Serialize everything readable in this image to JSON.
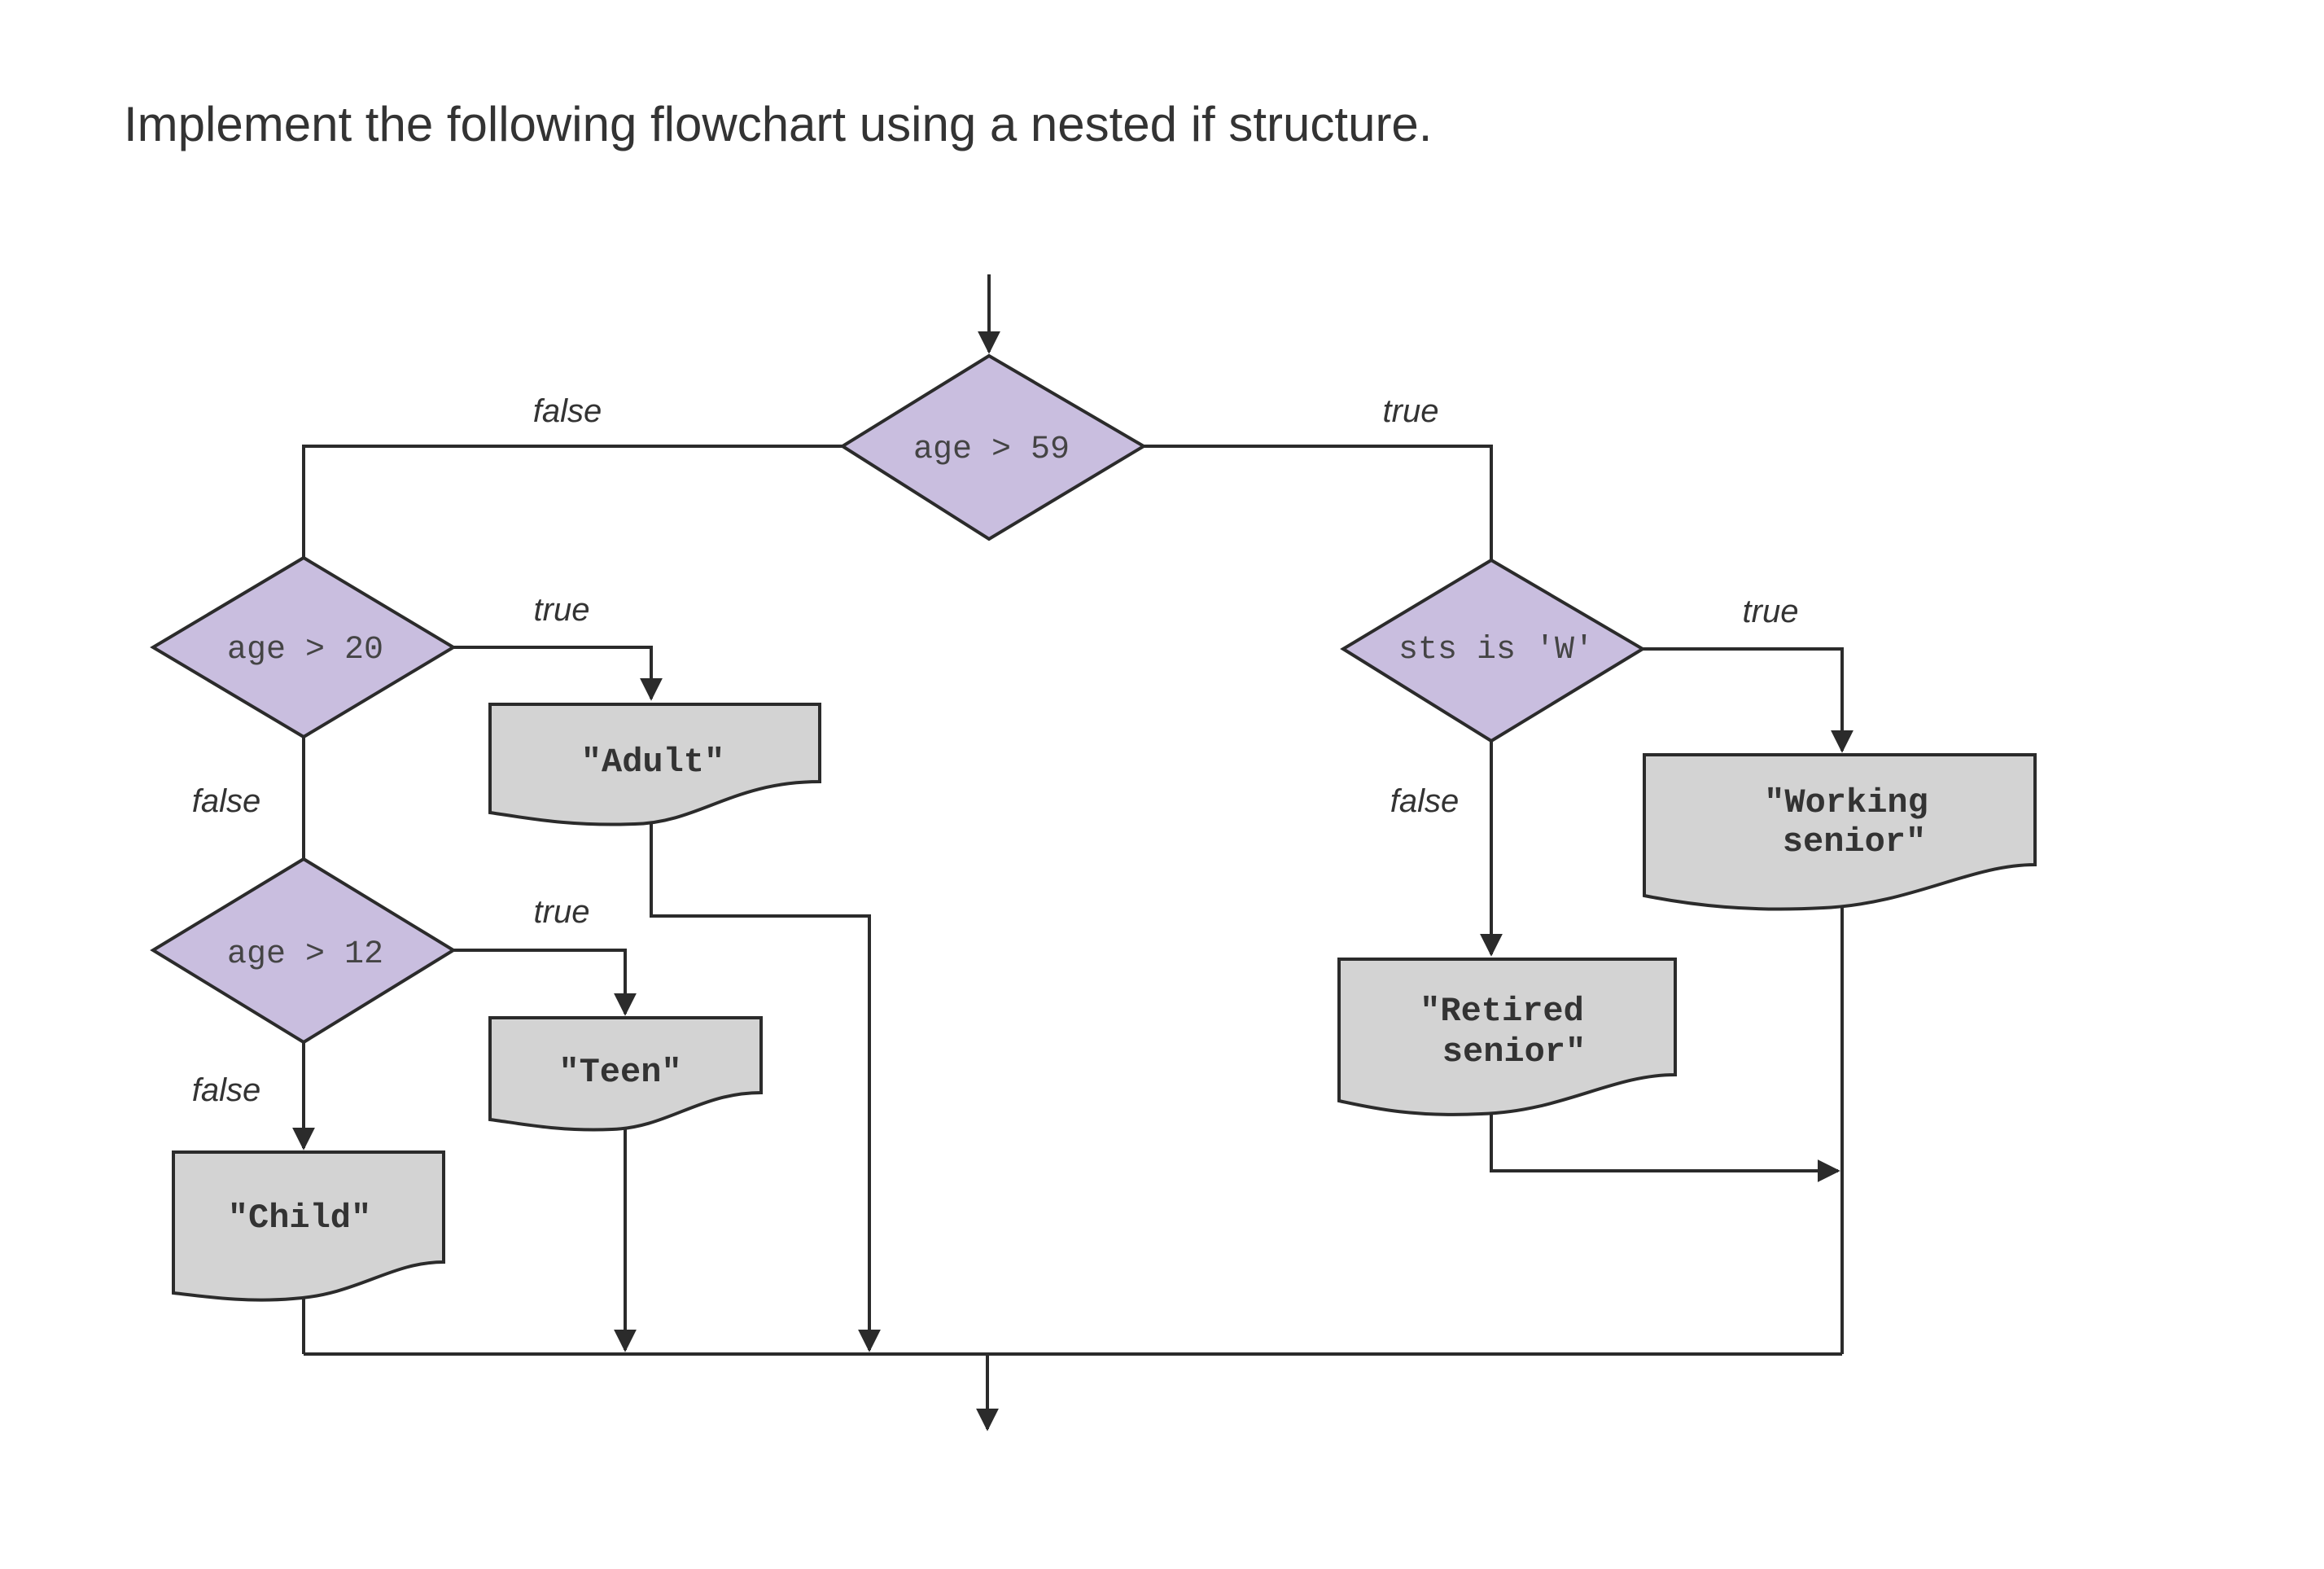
{
  "question": "Implement the following flowchart using a nested if structure.",
  "colors": {
    "decision_fill": "#c9bedf",
    "output_fill": "#d3d3d3",
    "line": "#2b2b2b"
  },
  "decisions": {
    "age59": "age > 59",
    "age20": "age > 20",
    "age12": "age > 12",
    "sts": "sts is 'W'"
  },
  "outputs": {
    "adult": "\"Adult\"",
    "teen": "\"Teen\"",
    "child": "\"Child\"",
    "retired_line1": "\"Retired",
    "retired_line2": "senior\"",
    "working_line1": "\"Working",
    "working_line2": "senior\""
  },
  "branch_labels": {
    "age59_false": "false",
    "age59_true": "true",
    "age20_true": "true",
    "age20_false": "false",
    "age12_true": "true",
    "age12_false": "false",
    "sts_true": "true",
    "sts_false": "false"
  }
}
